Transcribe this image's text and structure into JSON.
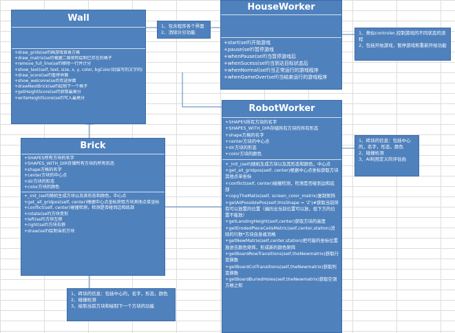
{
  "wall": {
    "title": "Wall",
    "attributes": [],
    "methods": [
      "+draw_grids(self)画游戏背景方格",
      "+draw_matrix(self)根据二维矩阵绘制已存在的格子",
      "+remove_full_line(self)移除一行并计分",
      "+show_text(self, text, size, x, y, color, bgColor)封装写的文字的函数",
      "+draw_score(self)暂停界面",
      "+show_welcome(self)欢迎界面",
      "+drawNextBrick(self)绘制下一个格子",
      "+getHeightScore(self)获取最高分",
      "+writeHeightScore(self)写入最高分"
    ]
  },
  "houseworker": {
    "title": "HouseWorker",
    "attributes": [],
    "methods": [
      "+start(self)开始游戏",
      "+pause(self)暂停游戏",
      "+whenPause(self)当暂停游戏后",
      "+whenSucess(self)当到达目标状态后",
      "+whenNormal(self)当正常运行的游戏程序",
      "+whenGameOver(self)当结束运行的游戏程序"
    ]
  },
  "robotworker": {
    "title": "RobotWorker",
    "attributes": [
      "+SHAPES所有方块的名字",
      "+SHAPES_WITH_DIR存储所有方块的所有形态",
      "+shape方格的名字",
      "+center方块的中心点",
      "+dir方块的形态",
      "+color方块的颜色"
    ],
    "methods": [
      "+_init_(self)随机生成方块以及其形态和颜色，中心点",
      "+get_all_gridpos(self, center)根据中心点坐标获取方块其他点单坐标",
      "+conflict(self, center)碰撞检测，检测是否碰到边和底部",
      "+copyTheMatix(self, screen_color_matrix)复制矩阵",
      "+getAllPossiblePos(self,thisShape = 'Z')#获取当前所有可以放置的位置（遍历出当前位置可以放，但下方的位置不能放）",
      "+getLandingHeight(self,center)获取方块的高度",
      "+getErodedPieceCellsMetric(self,center,station)消除的行数*方块自身被消格",
      "+getNewMatrix(self,center,station)把可能的坐标位置放进去颜色矩阵，形成新的颜色矩阵",
      "+getBoardRowTransitions(self,theNewmatrix)获取行变换数",
      "+getBoardColTransitions(self,theNewmatrix)获取列变换数",
      "+getBoardBuriedHoles(self,theNewmatrix)获取空洞方格之和"
    ]
  },
  "brick": {
    "title": "Brick",
    "attributes": [
      "+SHAPES所有方块的名字",
      "+SHAPES_WITH_DIR存储所有方块的所有形态",
      "+shape方格的名字",
      "+center方块的中心点",
      "+dir方块的形态",
      "+color方块的颜色"
    ],
    "methods": [
      "+_init_(self)随机生成方块以及其形态和颜色，中心点",
      "+get_all_gridpos(self, center)根据中心点坐标获取方块其他点单坐标",
      "+conflict(self, center)碰撞检测，检测是否碰到边和底部",
      "+rotate(self)方块变形",
      "+left(self)方块左移",
      "+right(self)方块右移",
      "+draw(self)绘制当前方块"
    ]
  },
  "notes": {
    "wall": [
      "1、包含程序各个界面",
      "2、消除计分功能"
    ],
    "houseworker": [
      "1、类似controler,控制游戏的不同状态的流程",
      "2、包括开始游戏，暂停游戏和重新开始功能"
    ],
    "robotworker": [
      "1、砖块的信息：包括中心的，名字，形态，颜色",
      "2、碰撞检测",
      "3、AI利用定义的评估函"
    ],
    "brick": [
      "1、砖块的信息：包括中心的，名字，形态，颜色",
      "2、碰撞检测",
      "3、绘制当前方块和绘制下一个方块的功能"
    ]
  }
}
